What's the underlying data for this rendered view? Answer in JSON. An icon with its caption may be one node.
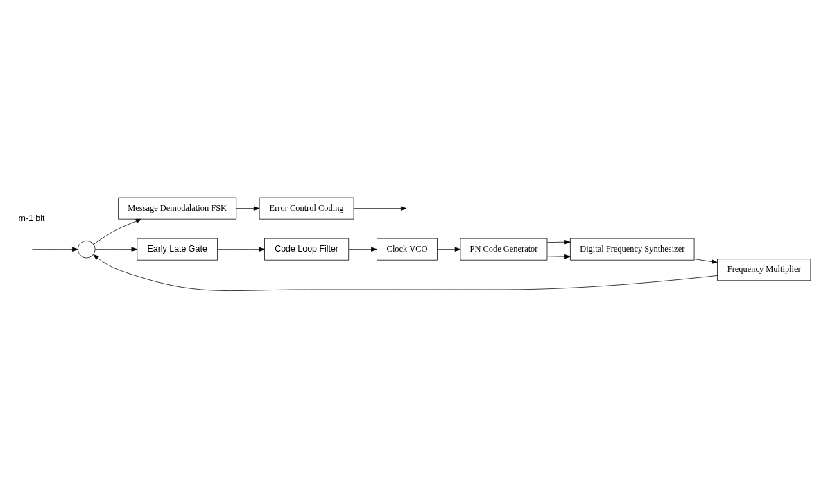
{
  "diagram": {
    "nodes": [
      {
        "text": [],
        "shape": "circle"
      },
      {
        "text": [
          "Message Demodalation FSK"
        ]
      },
      {
        "text": [
          "Error Control Coding"
        ]
      },
      {
        "text": [
          "Early Late Gate"
        ]
      },
      {
        "text": [
          "Code Loop Filter"
        ]
      },
      {
        "text": [
          "Frequency Multiplier"
        ]
      },
      {
        "text": [
          "Digital Frequency Synthesizer"
        ]
      },
      {
        "text": [
          "PN Code Generator"
        ]
      },
      {
        "text": [
          "Clock VCO"
        ]
      }
    ],
    "edges": [
      {
        "from": null,
        "to": 0,
        "arrow": "to"
      },
      {
        "from": 0,
        "to": 1,
        "arrow": "to"
      },
      {
        "from": 0,
        "to": 3,
        "arrow": "to"
      },
      {
        "from": 1,
        "to": 2,
        "arrow": "to"
      },
      {
        "from": 2,
        "to": null,
        "arrow": "to"
      },
      {
        "from": 3,
        "to": 4,
        "arrow": "to"
      },
      {
        "from": 4,
        "to": 8,
        "arrow": "to"
      },
      {
        "from": 8,
        "to": 7,
        "arrow": "to"
      },
      {
        "from": 7,
        "to": 6,
        "arrow": "to"
      },
      {
        "from": 7,
        "to": 6,
        "arrow": "to"
      },
      {
        "from": 6,
        "to": 5,
        "arrow": "to"
      },
      {
        "from": 5,
        "to": 0,
        "arrow": "to"
      }
    ],
    "labels": [
      "m-1 bit"
    ]
  }
}
